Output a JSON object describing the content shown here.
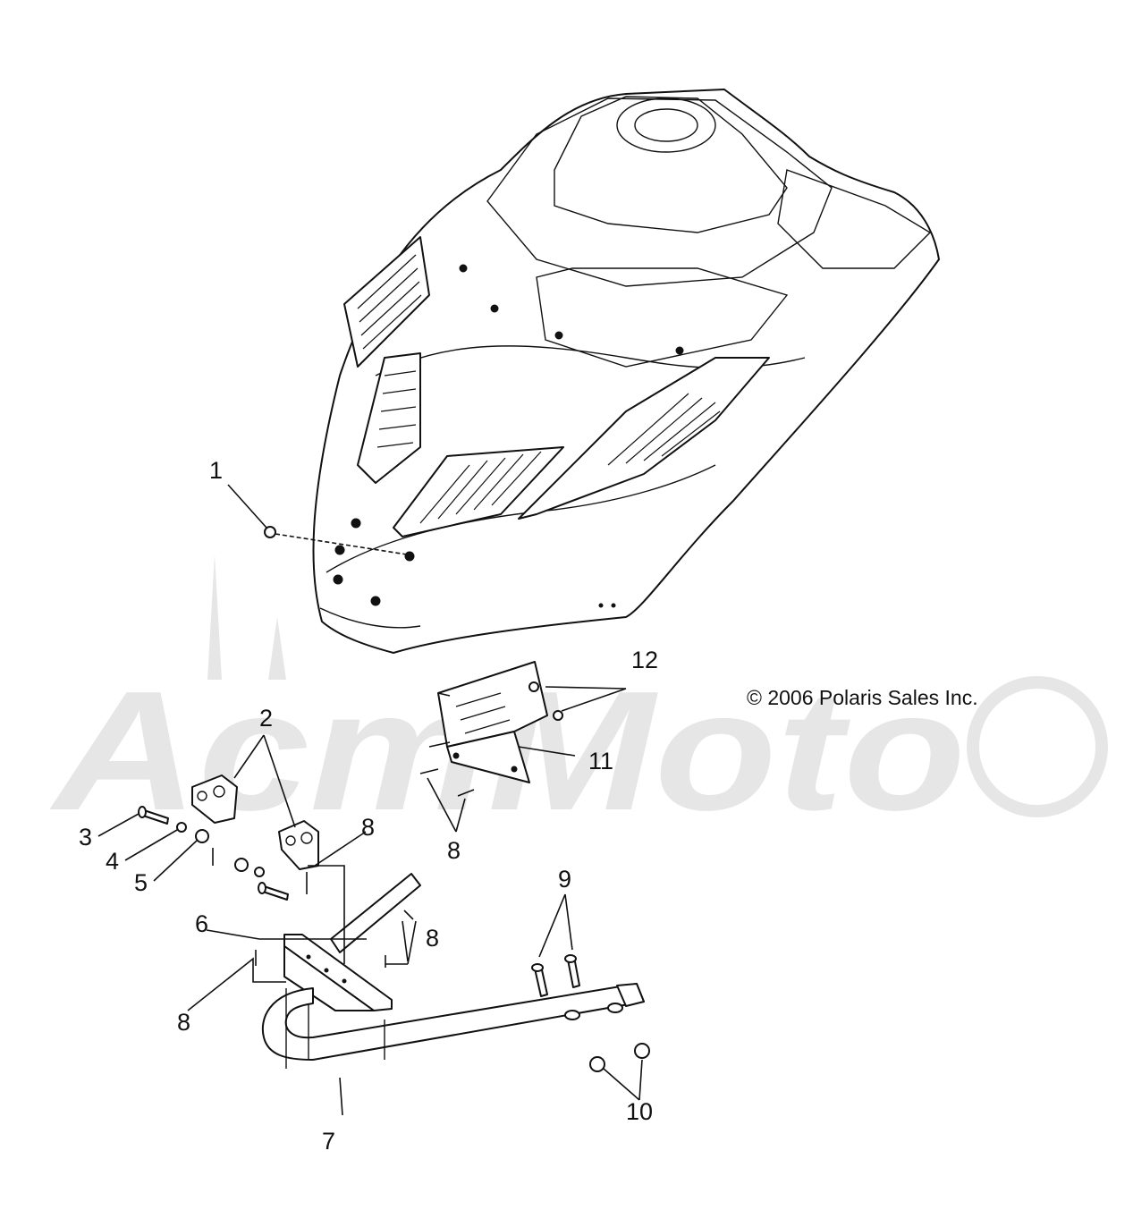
{
  "diagram": {
    "copyright": "© 2006 Polaris Sales Inc.",
    "watermark": "AcmMoto",
    "callouts": {
      "c1": "1",
      "c2": "2",
      "c3": "3",
      "c4": "4",
      "c5": "5",
      "c6": "6",
      "c7": "7",
      "c8a": "8",
      "c8b": "8",
      "c8c": "8",
      "c8d": "8",
      "c9": "9",
      "c10": "10",
      "c11": "11",
      "c12": "12"
    }
  }
}
